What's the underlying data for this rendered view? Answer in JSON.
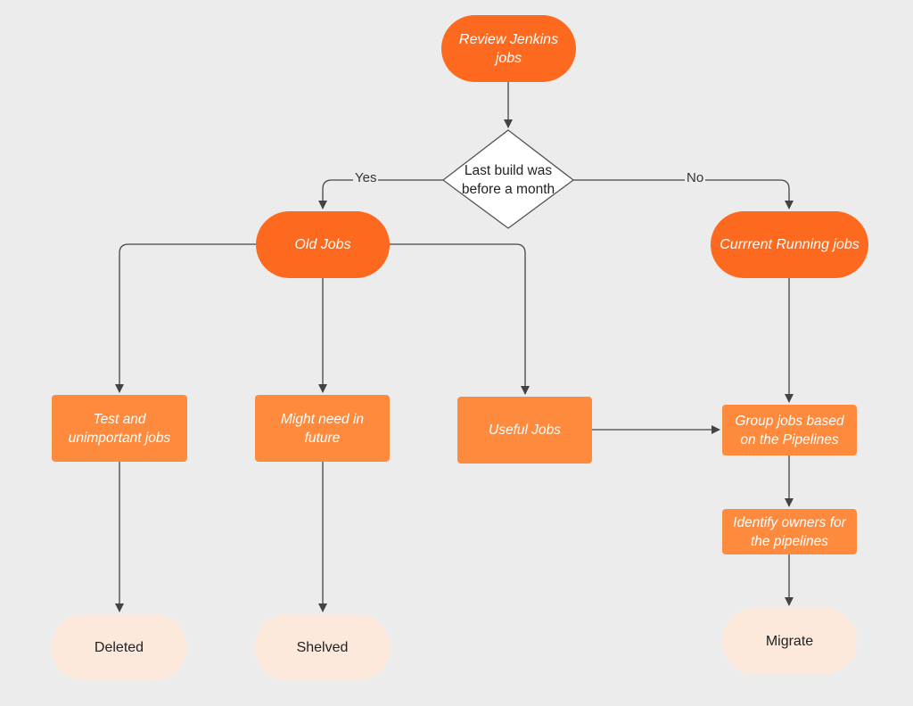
{
  "nodes": {
    "review": "Review Jenkins jobs",
    "decision": "Last build was before a month",
    "old_jobs": "Old Jobs",
    "current_jobs": "Currrent Running jobs",
    "test_jobs": "Test and unimportant jobs",
    "might_need": "Might need in future",
    "useful_jobs": "Useful Jobs",
    "group_jobs": "Group jobs based on the Pipelines",
    "identify_owners": "Identify owners for the pipelines",
    "deleted": "Deleted",
    "shelved": "Shelved",
    "migrate": "Migrate"
  },
  "edges": {
    "yes": "Yes",
    "no": "No"
  },
  "colors": {
    "terminal": "#fd6a1f",
    "process": "#fe8a3e",
    "end": "#fde9dc",
    "line": "#444444",
    "background": "#ececec"
  }
}
